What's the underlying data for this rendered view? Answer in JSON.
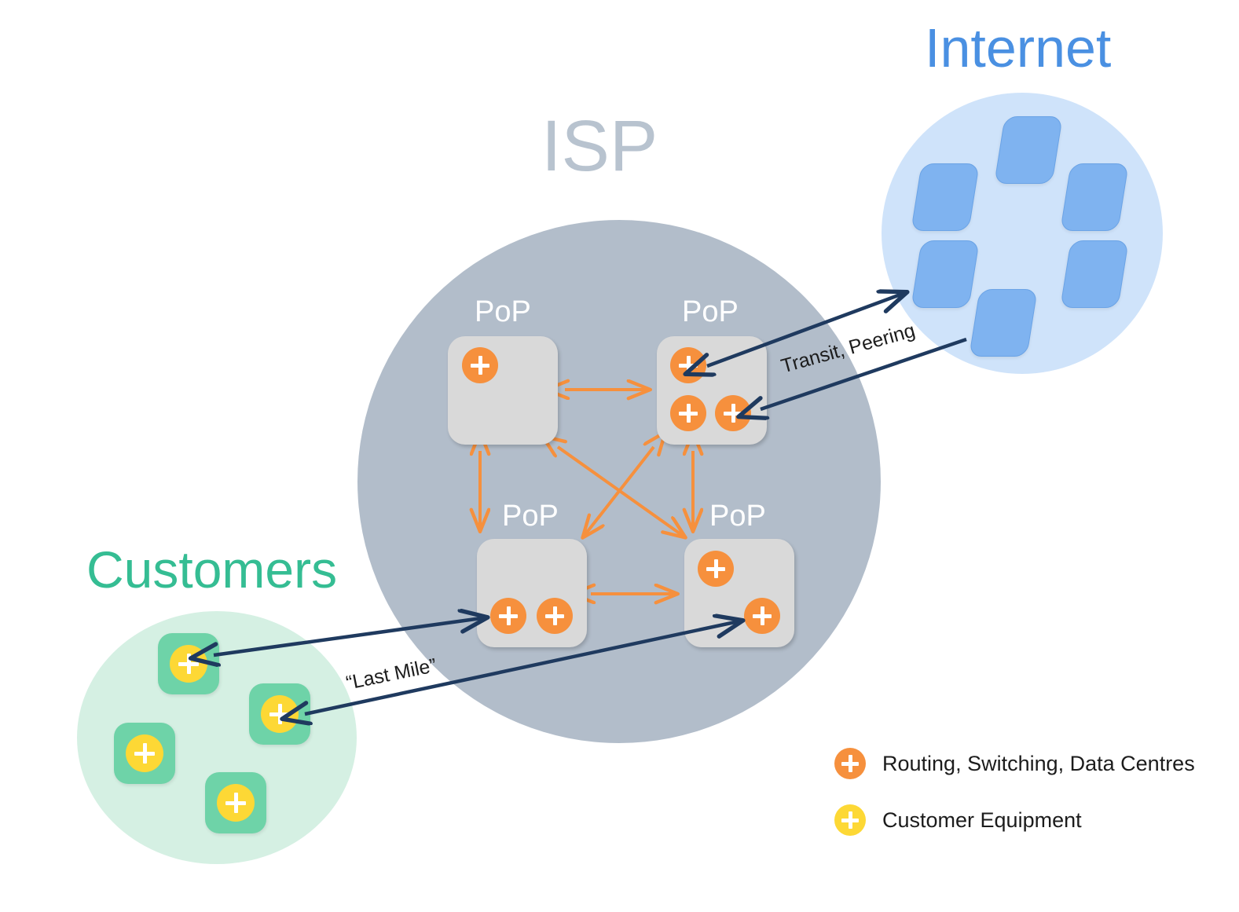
{
  "regions": {
    "internet": {
      "title": "Internet",
      "color": "#4a90e2",
      "cloud_color": "#cfe3fa",
      "tile_color": "#7fb3f0",
      "tile_count": 6
    },
    "isp": {
      "title": "ISP",
      "color": "#b8c3cf",
      "cloud_color": "#b2bdca"
    },
    "customers": {
      "title": "Customers",
      "color": "#35bd93",
      "cloud_color": "#d5f0e3",
      "tile_color": "#6ed3a8"
    }
  },
  "pops": [
    {
      "label": "PoP",
      "position": "top-left",
      "node_count": 1
    },
    {
      "label": "PoP",
      "position": "top-right",
      "node_count": 3
    },
    {
      "label": "PoP",
      "position": "bottom-left",
      "node_count": 2
    },
    {
      "label": "PoP",
      "position": "bottom-right",
      "node_count": 2
    }
  ],
  "customer_sites": [
    {
      "index": 1
    },
    {
      "index": 2
    },
    {
      "index": 3
    },
    {
      "index": 4
    }
  ],
  "edges": {
    "transit_label": "Transit, Peering",
    "lastmile_label": "“Last Mile”",
    "external_link_color": "#1f3a5f",
    "internal_link_color": "#f6903d"
  },
  "legend": {
    "items": [
      {
        "label": "Routing, Switching, Data Centres",
        "color": "#f6903d",
        "icon": "plus-circle-icon"
      },
      {
        "label": "Customer Equipment",
        "color": "#fdd835",
        "icon": "plus-circle-icon"
      }
    ]
  }
}
